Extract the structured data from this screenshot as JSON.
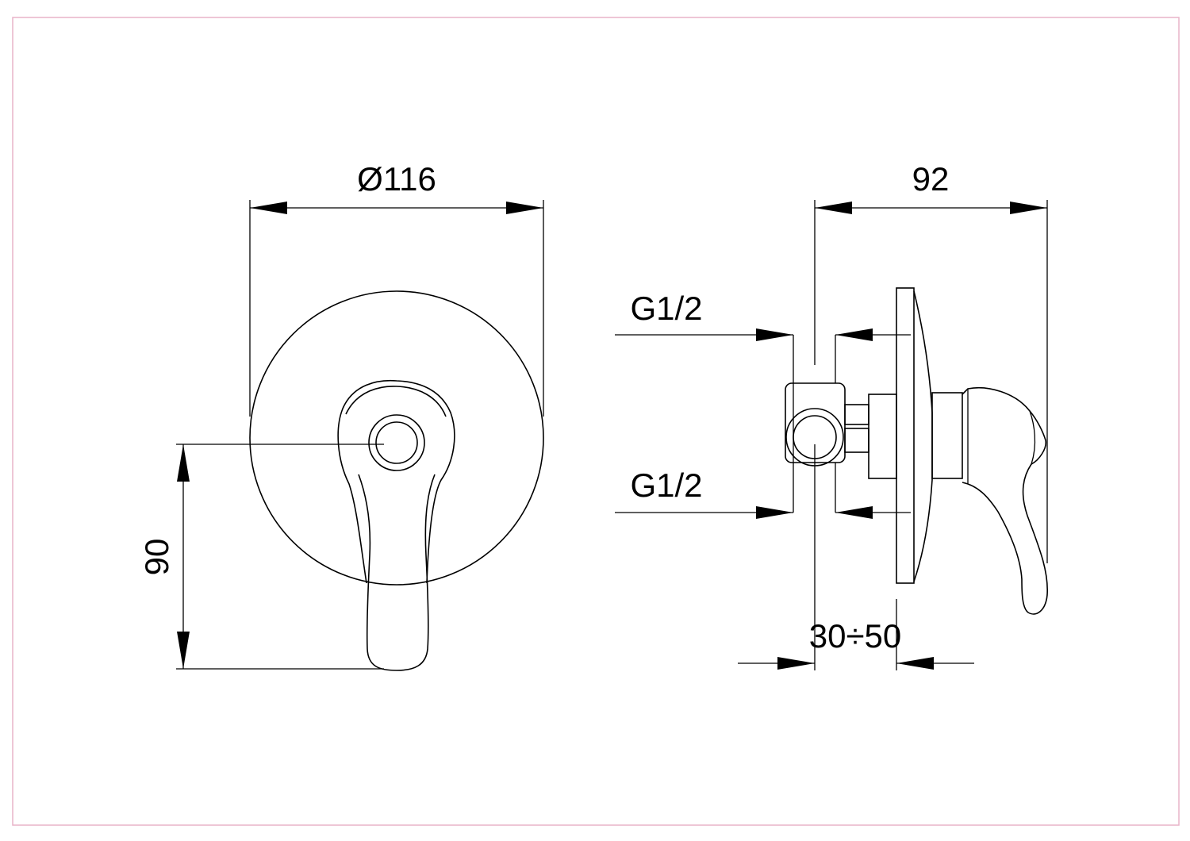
{
  "frame_color": "#e8b4c8",
  "line_color": "#000000",
  "front_view": {
    "diameter_label": "Ø116",
    "height_label": "90"
  },
  "side_view": {
    "depth_label": "92",
    "inlet_top_label": "G1/2",
    "inlet_bottom_label": "G1/2",
    "recess_label": "30÷50"
  }
}
